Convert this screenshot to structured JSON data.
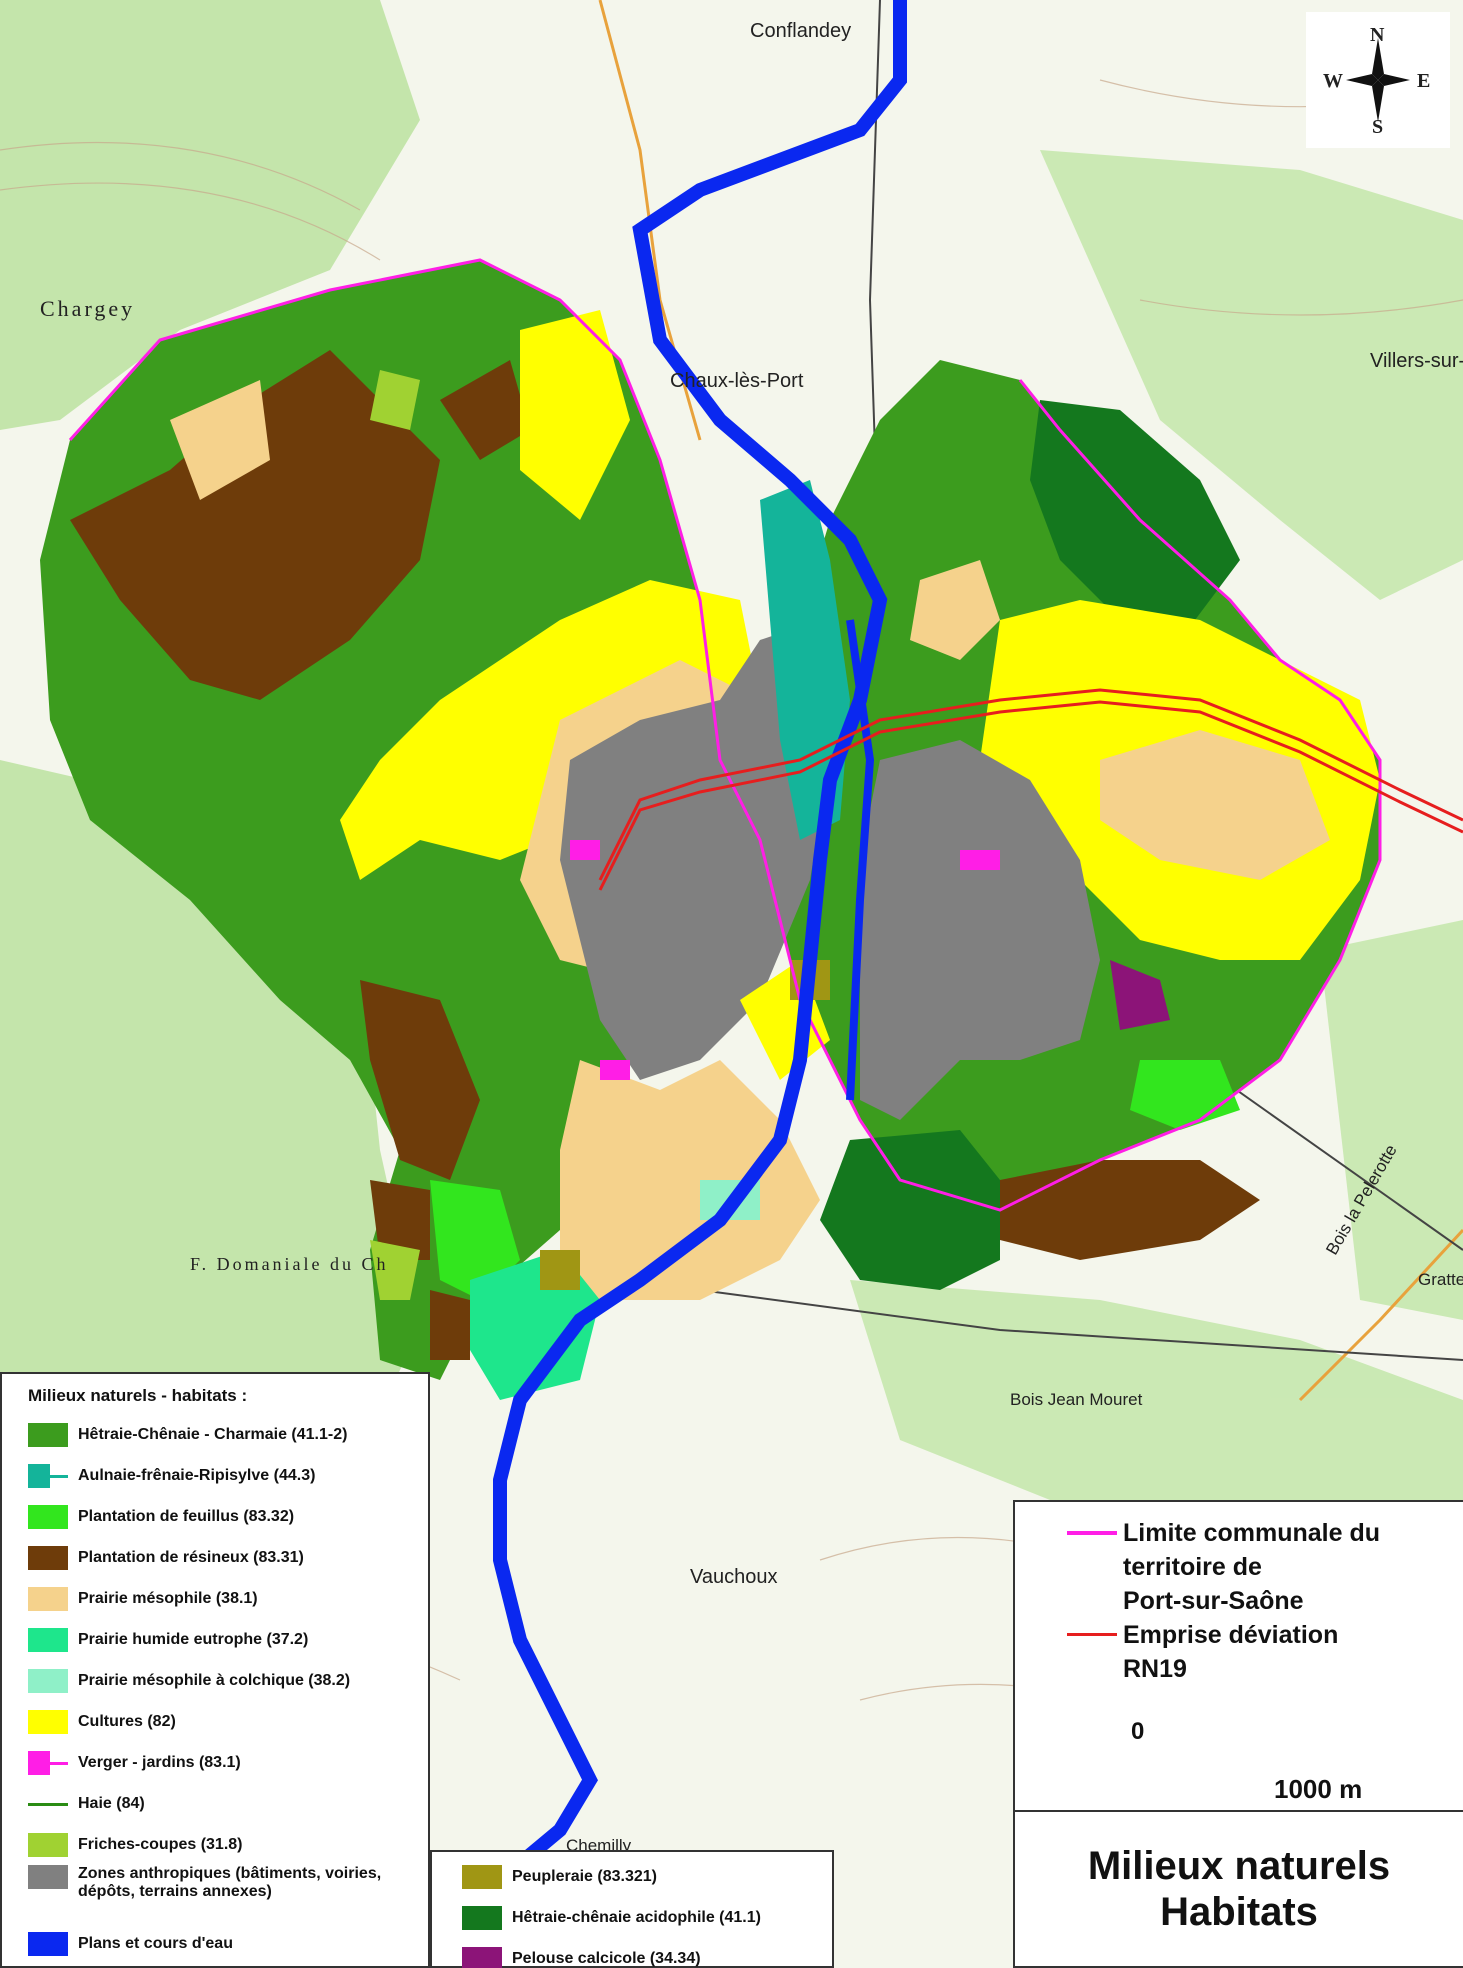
{
  "compass": {
    "n": "N",
    "s": "S",
    "e": "E",
    "w": "W"
  },
  "places": {
    "conflandey": "Conflandey",
    "chaux": "Chaux-lès-Port",
    "villers": "Villers-sur-",
    "vauchoux": "Vauchoux",
    "chemilly": "Chemilly",
    "chargey": "Chargey",
    "grattery": "Grattery",
    "domaniale": "F. Domaniale du Ch",
    "bois_mouret": "Bois Jean Mouret",
    "pelerotte": "Bois la Pelerotte"
  },
  "legend": {
    "title": "Milieux naturels - habitats :",
    "items": [
      {
        "label": "Hêtraie-Chênaie - Charmaie (41.1-2)",
        "color": "#3c9c1e",
        "kind": "box"
      },
      {
        "label": "Aulnaie-frênaie-Ripisylve (44.3)",
        "color": "#14b49a",
        "kind": "boxline"
      },
      {
        "label": "Plantation de feuillus (83.32)",
        "color": "#32e61e",
        "kind": "box"
      },
      {
        "label": "Plantation de résineux (83.31)",
        "color": "#6e3c0a",
        "kind": "box"
      },
      {
        "label": "Prairie mésophile (38.1)",
        "color": "#f5d28c",
        "kind": "box"
      },
      {
        "label": "Prairie humide eutrophe (37.2)",
        "color": "#1ee68c",
        "kind": "box"
      },
      {
        "label": "Prairie mésophile à colchique (38.2)",
        "color": "#8ff0c8",
        "kind": "box"
      },
      {
        "label": "Cultures (82)",
        "color": "#ffff00",
        "kind": "box"
      },
      {
        "label": "Verger - jardins (83.1)",
        "color": "#ff1ee6",
        "kind": "boxline"
      },
      {
        "label": "Haie (84)",
        "color": "#2a8c14",
        "kind": "line"
      },
      {
        "label": "Friches-coupes (31.8)",
        "color": "#a0d232",
        "kind": "box"
      },
      {
        "label": "Zones anthropiques (bâtiments, voiries,",
        "label2": "dépôts, terrains annexes)",
        "color": "#808080",
        "kind": "box"
      },
      {
        "label": "Plans et cours d'eau",
        "color": "#0a28f0",
        "kind": "box"
      }
    ],
    "items2": [
      {
        "label": "Peupleraie (83.321)",
        "color": "#a09614",
        "kind": "box"
      },
      {
        "label": "Hêtraie-chênaie acidophile (41.1)",
        "color": "#14781e",
        "kind": "box"
      },
      {
        "label": "Pelouse calcicole (34.34)",
        "color": "#8c1478",
        "kind": "box"
      }
    ]
  },
  "limits": {
    "commune_label": "Limite communale du territoire de Port-sur-Saône",
    "commune_l1": "Limite communale du",
    "commune_l2": "territoire de",
    "commune_l3": "Port-sur-Saône",
    "commune_color": "#ff1ee6",
    "route_l1": "Emprise déviation",
    "route_l2": "RN19",
    "route_color": "#e61e1e",
    "scale_zero": "0",
    "scale_label": "1000 m"
  },
  "title": {
    "line1": "Milieux naturels",
    "line2": "Habitats"
  }
}
